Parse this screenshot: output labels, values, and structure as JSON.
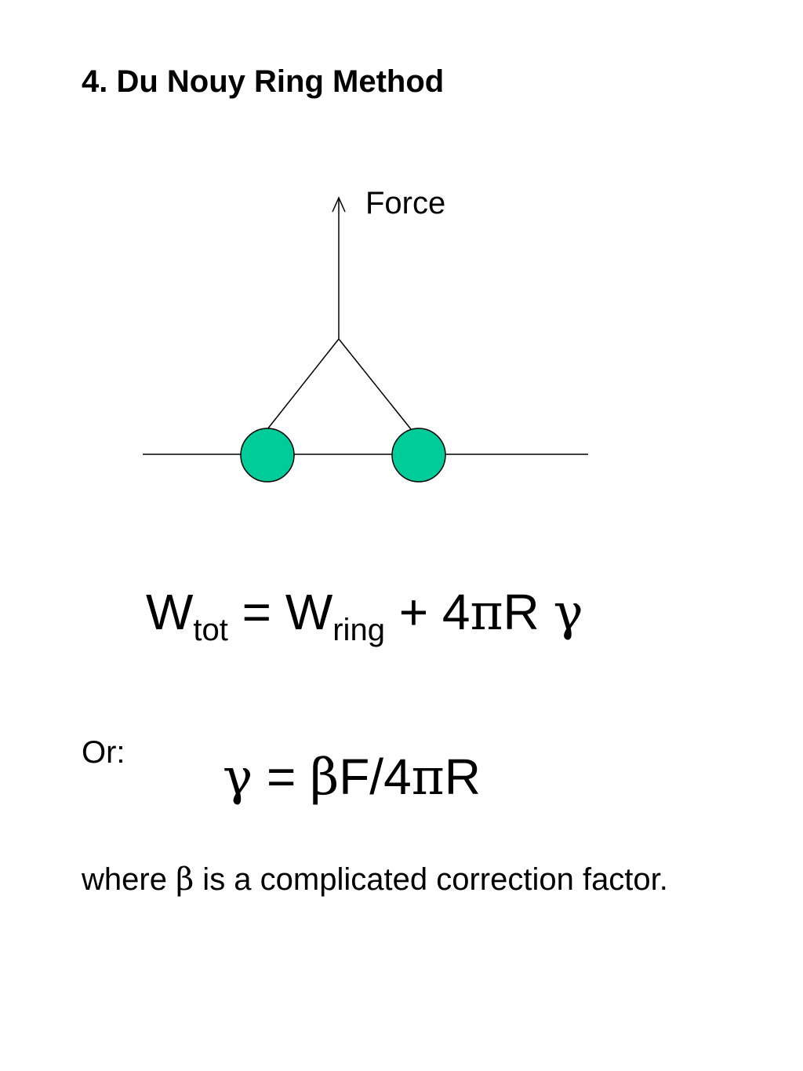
{
  "title": "4. Du Nouy Ring Method",
  "diagram": {
    "force_label": "Force",
    "ring_color": "#00CC99"
  },
  "equation_main": {
    "w": "W",
    "tot": "tot",
    "eq": " = ",
    "w2": "W",
    "ring": "ring",
    "plus": " + 4",
    "pi": "π",
    "r": "R ",
    "gamma": "γ"
  },
  "or_label": "Or:",
  "equation_second": {
    "gamma": "γ",
    "eq": " = ",
    "beta": "β",
    "rest": "F/4",
    "pi": "π",
    "r": "R"
  },
  "note": {
    "before": "where ",
    "beta": "β",
    "after": " is a complicated correction factor."
  }
}
